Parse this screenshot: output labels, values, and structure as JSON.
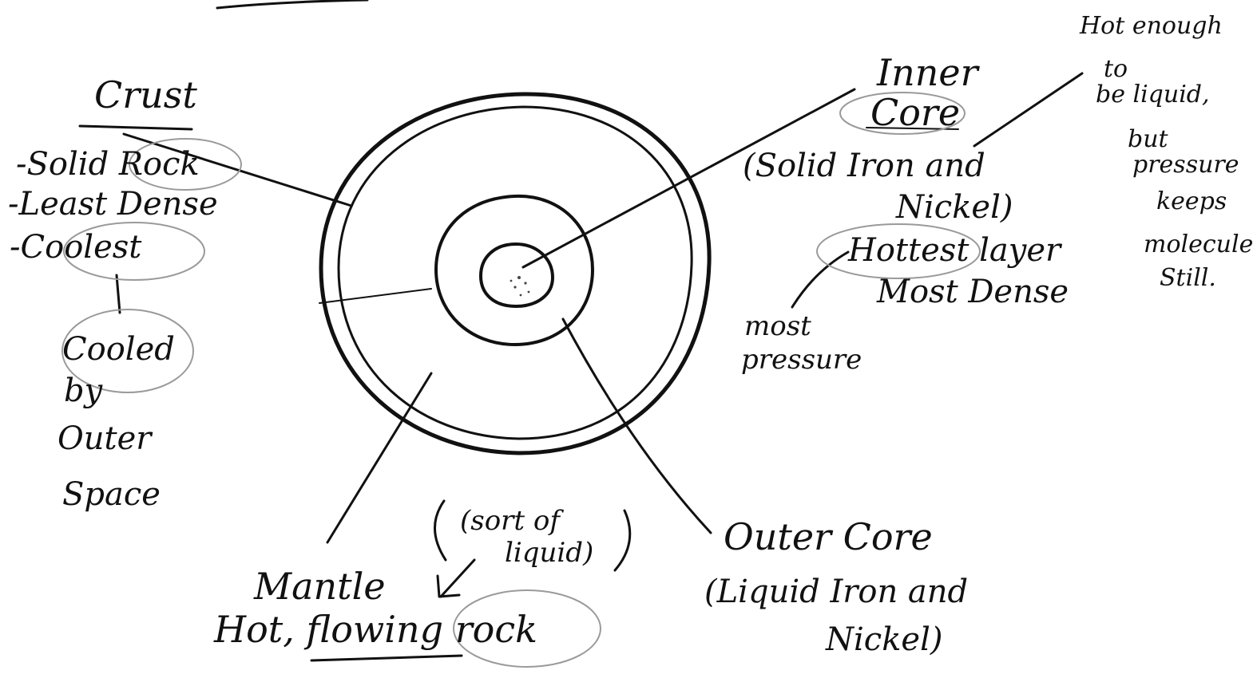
{
  "colors": {
    "ink": "#111111",
    "paper": "#ffffff",
    "pencil": "#9a9a9a"
  },
  "crust": {
    "title": "Crust",
    "facts": [
      "-Solid Rock",
      "-Least Dense",
      "-Coolest"
    ],
    "note": [
      "Cooled",
      "by",
      "Outer",
      "Space"
    ]
  },
  "inner_core": {
    "title_line1": "Inner",
    "title_line2": "Core",
    "desc_line1": "(Solid Iron and",
    "desc_line2": "Nickel)",
    "hottest": "Hottest layer",
    "densest": "Most Dense",
    "pressure_line1": "most",
    "pressure_line2": "pressure"
  },
  "side_note": [
    "Hot enough",
    "to",
    "be liquid,",
    "but",
    "pressure",
    "keeps",
    "molecules",
    "Still."
  ],
  "mantle": {
    "aside_line1": "(sort of",
    "aside_line2": "liquid)",
    "title": "Mantle",
    "desc": "Hot, flowing rock"
  },
  "outer_core": {
    "title": "Outer Core",
    "desc_line1": "(Liquid Iron and",
    "desc_line2": "Nickel)"
  }
}
